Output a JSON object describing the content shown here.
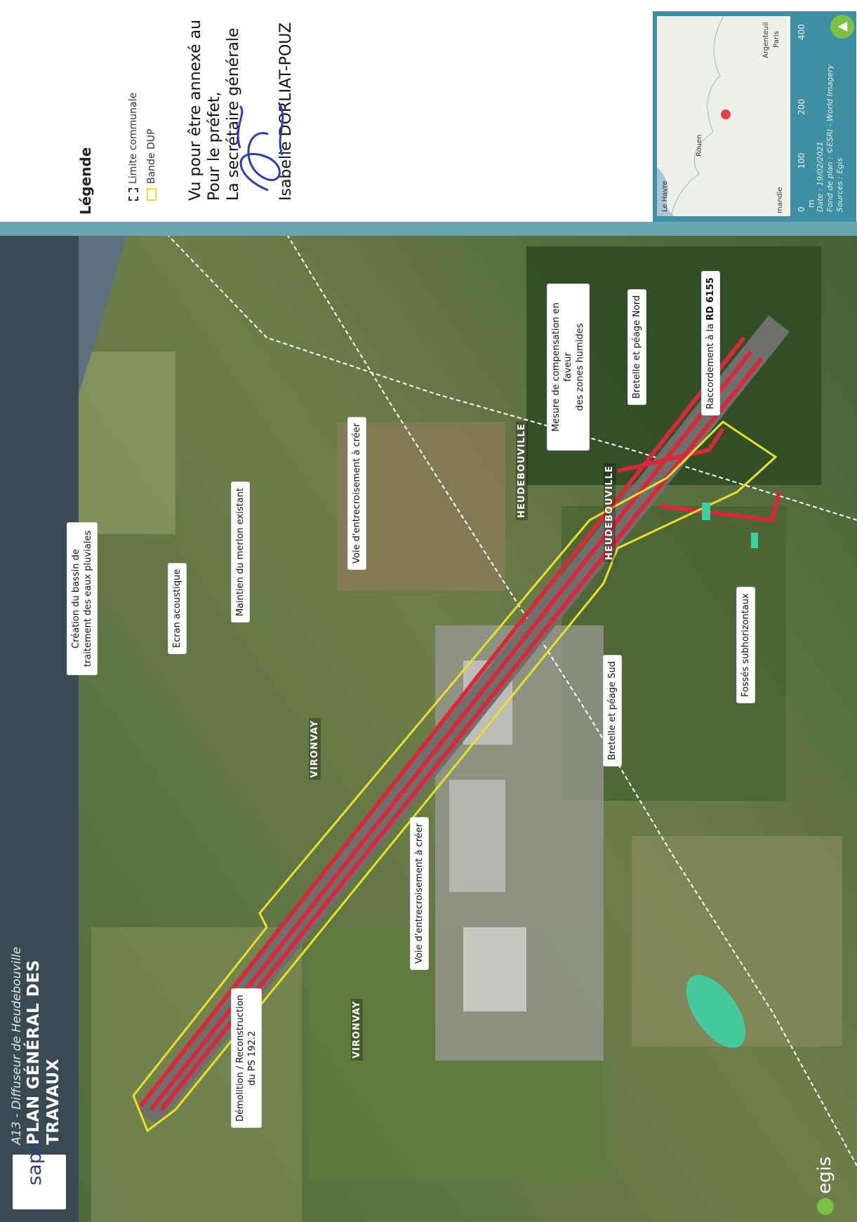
{
  "header": {
    "subtitle": "A13 - Diffuseur de Heudebouville",
    "title_line1": "PLAN GÉNÉRAL DES",
    "title_line2": "TRAVAUX"
  },
  "logos": {
    "sapn": "sapn",
    "egis": "egis"
  },
  "legend": {
    "heading": "Légende",
    "items": [
      {
        "label": "Limite communale",
        "style": "dashed-black"
      },
      {
        "label": "Bande DUP",
        "style": "yellow-outline",
        "color": "#e8e02a"
      }
    ]
  },
  "annex": {
    "line1": "Vu pour être annexé au",
    "line2": "Pour le préfet,",
    "line3": "La secrétaire générale",
    "name": "Isabelle DORLIAT-POUZ"
  },
  "inset": {
    "places": {
      "le_havre": "Le Havre",
      "rouen": "Rouen",
      "argenteuil": "Argenteuil",
      "paris": "Paris",
      "manche": "mandie"
    },
    "scale_labels": [
      "0",
      "100",
      "200",
      "400"
    ],
    "scale_unit": "m",
    "date": "Date : 19/02/2021",
    "fond": "Fond de plan : ©ESRI - World Imagery",
    "sources": "Sources : Egis"
  },
  "callouts": {
    "bassin": [
      "Création du bassin de",
      "traitement des eaux pluviales"
    ],
    "ecran": "Ecran acoustique",
    "merlon": "Maintien du merlon existant",
    "voie_nord": "Voie d'entrecroisement à créer",
    "mesure": [
      "Mesure de compensation en faveur",
      "des zones humides"
    ],
    "bretelle_nord": "Bretelle et péage Nord",
    "raccordement_prefix": "Raccordement à la ",
    "raccordement_road": "RD 6155",
    "demolition": [
      "Démolition / Reconstruction",
      "du PS 192.2"
    ],
    "voie_sud": "Voie d'entrecroisement à créer",
    "bretelle_sud": "Bretelle et péage Sud",
    "fosses": "Fossés subhorizontaux"
  },
  "places": {
    "heudebouville_1": "HEUDEBOUVILLE",
    "heudebouville_2": "HEUDEBOUVILLE",
    "vironvay_1": "VIRONVAY",
    "vironvay_2": "VIRONVAY"
  },
  "colors": {
    "header": "#3a4a52",
    "accent": "#6aa6b2",
    "dup_band": "#e8e02a",
    "works": "#d9283a",
    "basin": "#3ecfa3"
  }
}
